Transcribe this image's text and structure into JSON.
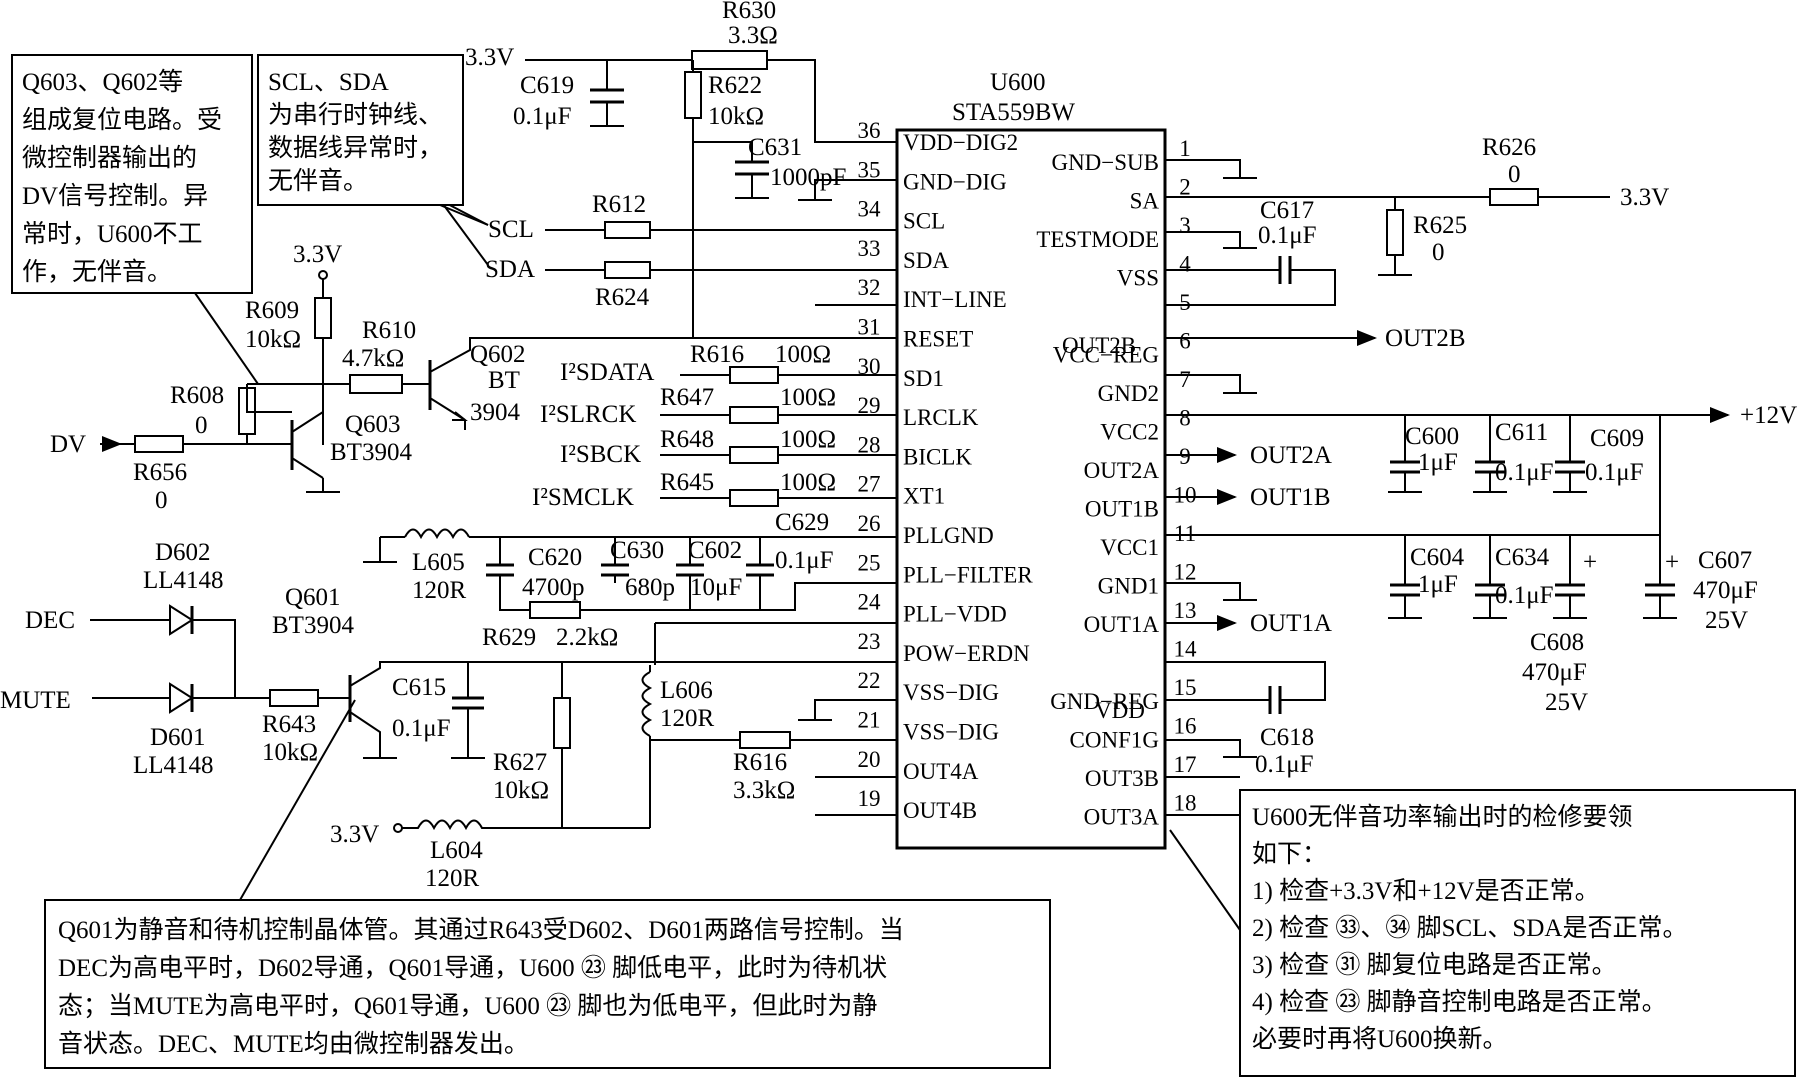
{
  "chip": {
    "ref": "U600",
    "model": "STA559BW",
    "left_pins": [
      {
        "num": "36",
        "name": "VDD−DIG2"
      },
      {
        "num": "35",
        "name": "GND−DIG"
      },
      {
        "num": "34",
        "name": "SCL"
      },
      {
        "num": "33",
        "name": "SDA"
      },
      {
        "num": "32",
        "name": "INT−LINE"
      },
      {
        "num": "31",
        "name": "RESET"
      },
      {
        "num": "30",
        "name": "SD1"
      },
      {
        "num": "29",
        "name": "LRCLK"
      },
      {
        "num": "28",
        "name": "BICLK"
      },
      {
        "num": "27",
        "name": "XT1"
      },
      {
        "num": "26",
        "name": "PLLGND"
      },
      {
        "num": "25",
        "name": "PLL−FILTER"
      },
      {
        "num": "24",
        "name": "PLL−VDD"
      },
      {
        "num": "23",
        "name": "POW−ERDN"
      },
      {
        "num": "22",
        "name": "VSS−DIG"
      },
      {
        "num": "21",
        "name": "VSS−DIG"
      },
      {
        "num": "20",
        "name": "OUT4A"
      },
      {
        "num": "19",
        "name": "OUT4B"
      }
    ],
    "right_pins": [
      {
        "num": "1",
        "name": "GND−SUB"
      },
      {
        "num": "2",
        "name": "SA"
      },
      {
        "num": "3",
        "name": "TESTMODE"
      },
      {
        "num": "4",
        "name": "VSS"
      },
      {
        "num": "5",
        "name": ""
      },
      {
        "num": "6",
        "name": "VCC−REG"
      },
      {
        "num": "7",
        "name": "GND2"
      },
      {
        "num": "8",
        "name": "VCC2"
      },
      {
        "num": "9",
        "name": "OUT2A"
      },
      {
        "num": "10",
        "name": "OUT1B"
      },
      {
        "num": "11",
        "name": "VCC1"
      },
      {
        "num": "12",
        "name": "GND1"
      },
      {
        "num": "13",
        "name": "OUT1A"
      },
      {
        "num": "14",
        "name": ""
      },
      {
        "num": "15",
        "name": "GND−REG"
      },
      {
        "num": "16",
        "name": "CONF1G"
      },
      {
        "num": "17",
        "name": "OUT3B"
      },
      {
        "num": "18",
        "name": "OUT3A"
      }
    ],
    "extra_right_labels": {
      "out2b": "OUT2B",
      "vdd": "VDD"
    }
  },
  "labels": {
    "v33_top": "3.3V",
    "r630": "R630",
    "r630_val": "3.3Ω",
    "c619": "C619",
    "c619_val": "0.1μF",
    "r622": "R622",
    "r622_val": "10kΩ",
    "c631": "C631",
    "c631_val": "1000pF",
    "scl": "SCL",
    "sda": "SDA",
    "r612": "R612",
    "r624": "R624",
    "v33_reset": "3.3V",
    "r609": "R609",
    "r609_val": "10kΩ",
    "r610": "R610",
    "r610_val": "4.7kΩ",
    "q602": "Q602",
    "q602_l2": "BT",
    "q602_l3": "3904",
    "r608": "R608",
    "r608_val": "0",
    "q603": "Q603",
    "q603_val": "BT3904",
    "dv": "DV",
    "r656": "R656",
    "r656_val": "0",
    "i2sdata": "I²SDATA",
    "i2slrck": "I²SLRCK",
    "i2sbck": "I²SBCK",
    "i2smclk": "I²SMCLK",
    "r616a": "R616",
    "r616a_val": "100Ω",
    "r647": "R647",
    "r647_val": "100Ω",
    "r648": "R648",
    "r648_val": "100Ω",
    "r645": "R645",
    "r645_val": "100Ω",
    "c629": "C629",
    "c629_val": "0.1μF",
    "l605": "L605",
    "l605_val": "120R",
    "c620": "C620",
    "c620_val": "4700p",
    "c630": "C630",
    "c630_val": "680p",
    "c602": "C602",
    "c602_val": "10μF",
    "r629": "R629",
    "r629_val": "2.2kΩ",
    "d602": "D602",
    "d602_val": "LL4148",
    "dec": "DEC",
    "mute": "MUTE",
    "d601": "D601",
    "d601_val": "LL4148",
    "q601": "Q601",
    "q601_val": "BT3904",
    "r643": "R643",
    "r643_val": "10kΩ",
    "c615": "C615",
    "c615_val": "0.1μF",
    "r627": "R627",
    "r627_val": "10kΩ",
    "l606": "L606",
    "l606_val": "120R",
    "r616b": "R616",
    "r616b_val": "3.3kΩ",
    "v33_l604": "3.3V",
    "l604": "L604",
    "l604_val": "120R",
    "r626": "R626",
    "r626_val": "0",
    "v33_right": "3.3V",
    "r625": "R625",
    "r625_val": "0",
    "c617": "C617",
    "c617_val": "0.1μF",
    "out2b": "OUT2B",
    "v12": "+12V",
    "c600": "C600",
    "c600_val": "1μF",
    "c611": "C611",
    "c611_val": "0.1μF",
    "c609": "C609",
    "c609_val": "0.1μF",
    "out2a": "OUT2A",
    "out1b": "OUT1B",
    "c604": "C604",
    "c604_val": "1μF",
    "c634": "C634",
    "c634_val": "0.1μF",
    "c608": "C608",
    "c608_val": "470μF",
    "c608_v": "25V",
    "c607": "C607",
    "c607_val": "470μF",
    "c607_v": "25V",
    "out1a": "OUT1A",
    "c618": "C618",
    "c618_val": "0.1μF"
  },
  "notes": {
    "reset_box": [
      "Q603、Q602等",
      "组成复位电路。受",
      "微控制器输出的",
      "DV信号控制。异",
      "常时，U600不工",
      "作，无伴音。"
    ],
    "scl_box": [
      "SCL、SDA",
      "为串行时钟线、",
      "数据线异常时，",
      "无伴音。"
    ],
    "bottom_box": [
      "Q601为静音和待机控制晶体管。其通过R643受D602、D601两路信号控制。当",
      "DEC为高电平时，D602导通，Q601导通，U600 ㉓ 脚低电平，此时为待机状",
      "态；当MUTE为高电平时，Q601导通，U600 ㉓ 脚也为低电平，但此时为静",
      "音状态。DEC、MUTE均由微控制器发出。"
    ],
    "right_box": [
      "U600无伴音功率输出时的检修要领",
      "如下：",
      "1) 检查+3.3V和+12V是否正常。",
      "2) 检查 ㉝、㉞ 脚SCL、SDA是否正常。",
      "3) 检查 ㉛ 脚复位电路是否正常。",
      "4) 检查 ㉓ 脚静音控制电路是否正常。",
      "必要时再将U600换新。"
    ]
  }
}
